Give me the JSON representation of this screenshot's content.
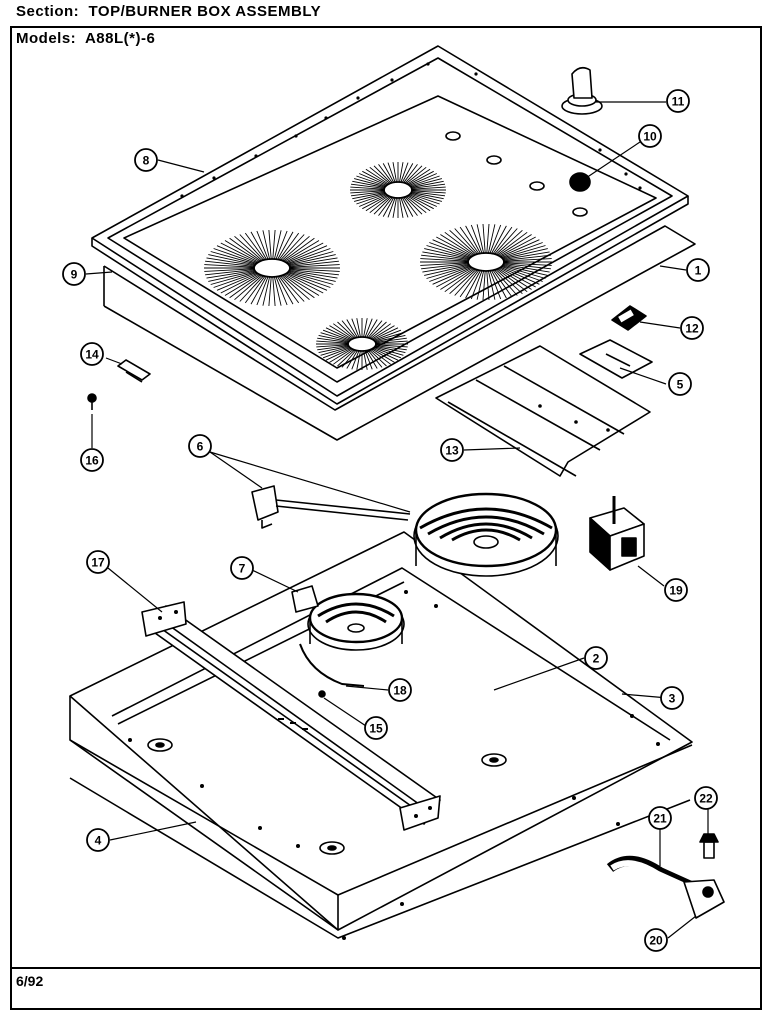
{
  "header": {
    "section_label": "Section:",
    "section_title": "TOP/BURNER BOX ASSEMBLY",
    "models_label": "Models:",
    "models_value": "A88L(*)-6"
  },
  "footer": {
    "date": "6/92"
  },
  "callouts": [
    {
      "id": "c11",
      "label": "11"
    },
    {
      "id": "c10",
      "label": "10"
    },
    {
      "id": "c8",
      "label": "8"
    },
    {
      "id": "c9",
      "label": "9"
    },
    {
      "id": "c1",
      "label": "1"
    },
    {
      "id": "c12",
      "label": "12"
    },
    {
      "id": "c14",
      "label": "14"
    },
    {
      "id": "c5",
      "label": "5"
    },
    {
      "id": "c16",
      "label": "16"
    },
    {
      "id": "c6",
      "label": "6"
    },
    {
      "id": "c13",
      "label": "13"
    },
    {
      "id": "c17",
      "label": "17"
    },
    {
      "id": "c7",
      "label": "7"
    },
    {
      "id": "c19",
      "label": "19"
    },
    {
      "id": "c2",
      "label": "2"
    },
    {
      "id": "c18",
      "label": "18"
    },
    {
      "id": "c3",
      "label": "3"
    },
    {
      "id": "c15",
      "label": "15"
    },
    {
      "id": "c22",
      "label": "22"
    },
    {
      "id": "c21",
      "label": "21"
    },
    {
      "id": "c4",
      "label": "4"
    },
    {
      "id": "c20",
      "label": "20"
    }
  ],
  "colors": {
    "line": "#000000",
    "background": "#ffffff"
  }
}
